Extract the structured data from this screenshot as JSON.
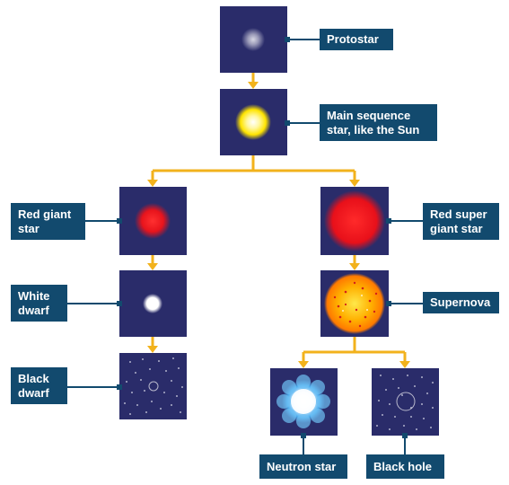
{
  "colors": {
    "panel": "#2a2c6a",
    "label": "#124a6e",
    "arrow": "#f2b21c"
  },
  "labels": {
    "protostar": "Protostar",
    "main_sequence_line1": "Main sequence",
    "main_sequence_line2": "star, like the Sun",
    "red_giant_line1": "Red giant",
    "red_giant_line2": "star",
    "red_super_giant_line1": "Red super",
    "red_super_giant_line2": "giant star",
    "white_dwarf_line1": "White",
    "white_dwarf_line2": "dwarf",
    "supernova": "Supernova",
    "black_dwarf_line1": "Black",
    "black_dwarf_line2": "dwarf",
    "neutron_star": "Neutron star",
    "black_hole": "Black hole"
  }
}
